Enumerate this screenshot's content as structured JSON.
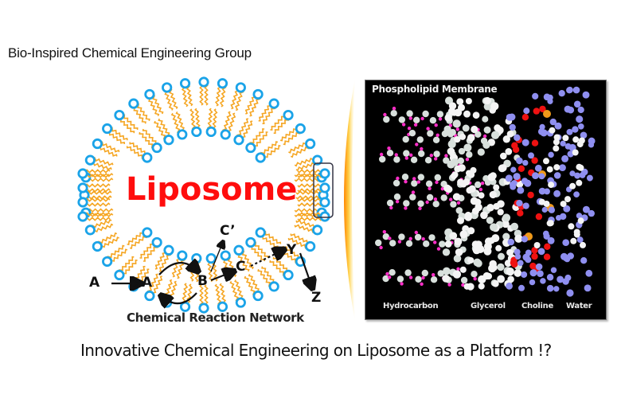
{
  "header": {
    "group_title": "Bio-Inspired Chemical Engineering Group"
  },
  "liposome": {
    "label": "Liposome",
    "colors": {
      "label": "#ff0d0d",
      "head_fill": "#ffffff",
      "head_stroke": "#1aa3e8",
      "tail": "#f5a623",
      "zoom_box": "#333344"
    }
  },
  "reaction_network": {
    "caption": "Chemical Reaction Network",
    "species": {
      "a_outside": "A",
      "a_inside": "A",
      "b": "B",
      "c": "C",
      "c_prime": "C’",
      "y": "Y",
      "z": "Z"
    }
  },
  "membrane_panel": {
    "title": "Phospholipid Membrane",
    "labels": {
      "hydrocarbon": "Hydrocarbon",
      "glycerol": "Glycerol",
      "choline": "Choline",
      "water": "Water"
    },
    "colors": {
      "background": "#000000",
      "carbon": "#d8e0dc",
      "hydrogen_hydrocarbon": "#ff2ec8",
      "glycerol_white": "#f4f4f4",
      "oxygen": "#ee1111",
      "phosphorus": "#f09a1a",
      "water_choline": "#8f8ff0"
    }
  },
  "connector": {
    "glow_colors": [
      "#ff8800",
      "#ffd24d",
      "#fff6d0"
    ]
  },
  "footer": {
    "tagline": "Innovative Chemical Engineering on Liposome as a Platform !?"
  }
}
